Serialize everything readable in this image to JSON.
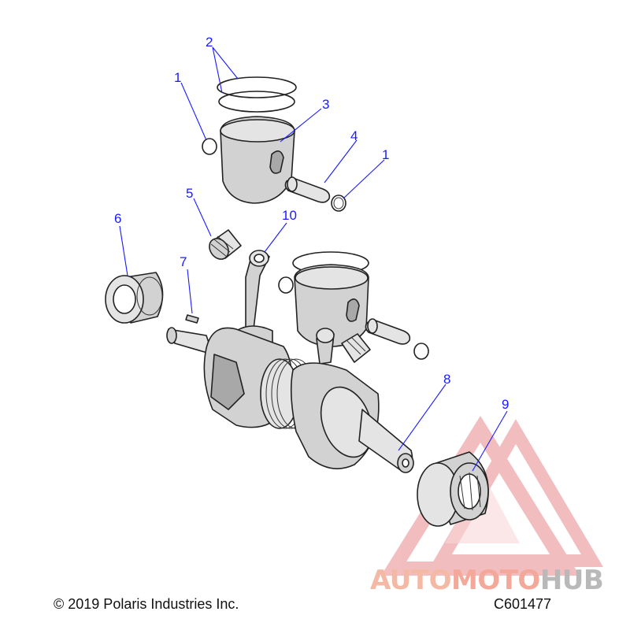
{
  "diagram": {
    "callouts": [
      "1",
      "2",
      "3",
      "4",
      "1",
      "5",
      "10",
      "6",
      "7",
      "8",
      "9"
    ]
  },
  "footer": {
    "copyright": "© 2019 Polaris Industries Inc.",
    "figure_code": "C601477"
  },
  "watermark": {
    "part_a": "AUTO",
    "part_b": "MOTO",
    "part_c": "HUB",
    "colors": {
      "triangle": "#e8888a",
      "auto": "#f4b9a4",
      "moto": "#f4a89a",
      "hub": "#b9b9b9"
    }
  },
  "colors": {
    "callout": "#1a1aff",
    "parts": "#d2d2d2"
  }
}
